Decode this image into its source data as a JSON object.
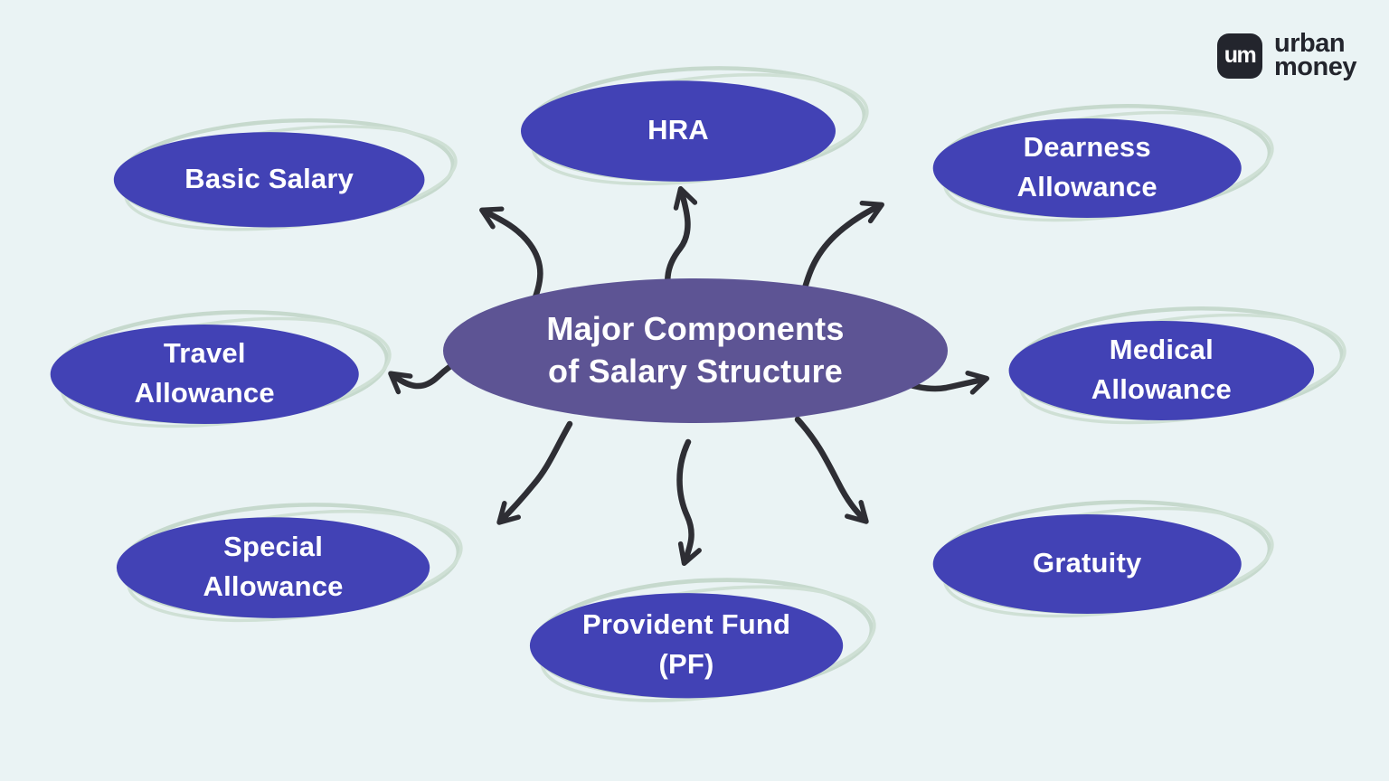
{
  "logo": {
    "monogram": "um",
    "word_line1": "urban",
    "word_line2": "money"
  },
  "colors": {
    "background": "#eaf3f4",
    "node_fill": "#4242b5",
    "center_fill": "#5d5494",
    "sketch_outline": "#c6d9cd",
    "arrow": "#2e2e34",
    "node_text": "#ffffff",
    "logo_text": "#23252d"
  },
  "diagram": {
    "center": {
      "lines": [
        "Major Components",
        "of Salary Structure"
      ]
    },
    "nodes": [
      {
        "id": "basic-salary",
        "lines": [
          "Basic Salary",
          ""
        ]
      },
      {
        "id": "hra",
        "lines": [
          "HRA",
          ""
        ]
      },
      {
        "id": "dearness-allowance",
        "lines": [
          "Dearness",
          "Allowance"
        ]
      },
      {
        "id": "travel-allowance",
        "lines": [
          "Travel",
          "Allowance"
        ]
      },
      {
        "id": "medical-allowance",
        "lines": [
          "Medical",
          "Allowance"
        ]
      },
      {
        "id": "special-allowance",
        "lines": [
          "Special",
          "Allowance"
        ]
      },
      {
        "id": "provident-fund",
        "lines": [
          "Provident Fund",
          "(PF)"
        ]
      },
      {
        "id": "gratuity",
        "lines": [
          "Gratuity",
          ""
        ]
      }
    ]
  }
}
